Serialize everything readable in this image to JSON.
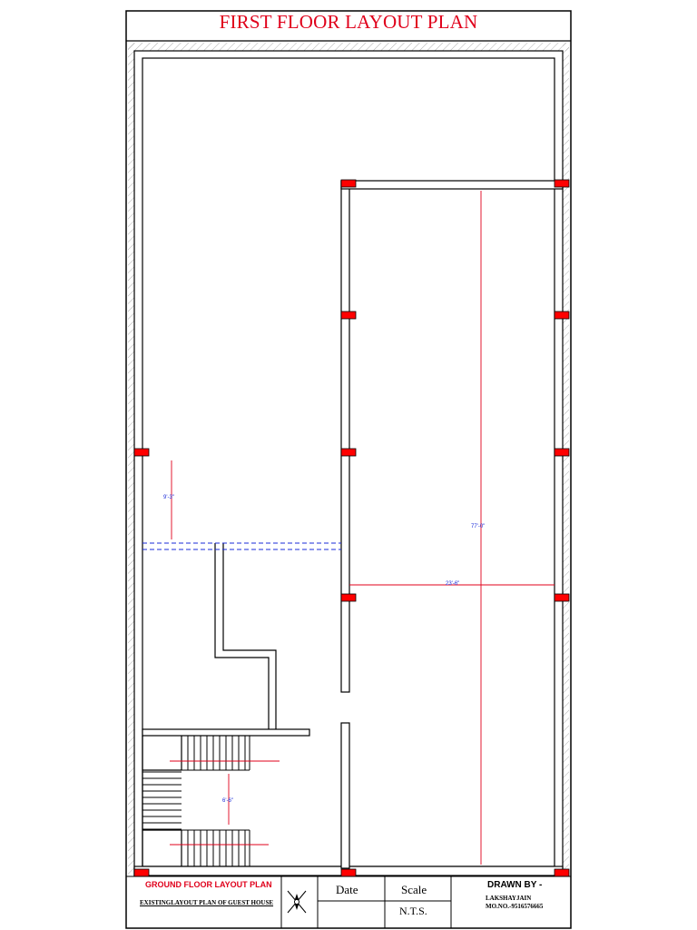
{
  "title": "FIRST FLOOR LAYOUT PLAN",
  "dimensions": {
    "left_stair_gap": "9'-3\"",
    "hall_length": "77'-0\"",
    "hall_width": "23'-6\"",
    "stair_width": "6'-6\""
  },
  "title_block": {
    "ground_floor_label": "GROUND FLOOR LAYOUT PLAN",
    "project_label": "EXISTINGLAYOUT PLAN OF GUEST HOUSE",
    "date_label": "Date",
    "scale_label": "Scale",
    "scale_value": "N.T.S.",
    "drawn_by_label": "DRAWN BY -",
    "drawn_by_name": "LAKSHAYJAIN",
    "mobile": "MO.NO.-9516576665"
  },
  "colors": {
    "title": "#e0001b",
    "column": "#ff0000",
    "dimension_line": "#e0001b",
    "dimension_text": "#1a2bd8",
    "hidden_line": "#1a2bd8",
    "wall_hatch": "#9a9a9a"
  },
  "icons": [
    "north-arrow-icon"
  ]
}
